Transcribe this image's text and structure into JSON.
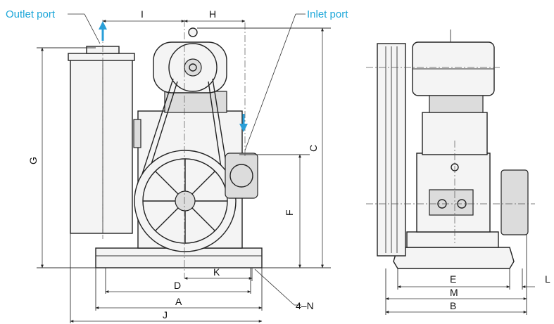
{
  "callouts": {
    "outlet": "Outlet port",
    "inlet": "Inlet port"
  },
  "dims": {
    "I": "I",
    "H": "H",
    "G": "G",
    "C": "C",
    "F": "F",
    "K": "K",
    "D": "D",
    "A": "A",
    "J": "J",
    "N": "4–N",
    "E": "E",
    "M": "M",
    "B": "B",
    "L": "L"
  },
  "colors": {
    "callout": "#1ea7d9",
    "arrow": "#2a9fd8"
  }
}
